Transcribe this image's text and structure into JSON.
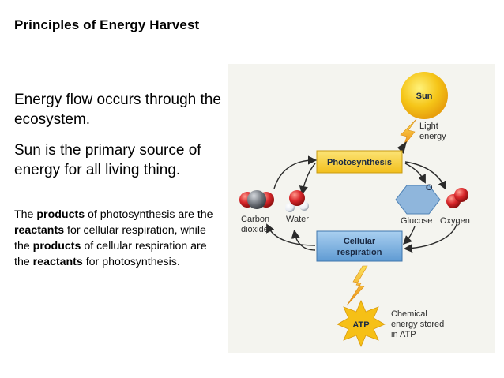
{
  "slide": {
    "title": "Principles of Energy Harvest",
    "paragraph1": "Energy flow occurs through the ecosystem.",
    "paragraph2": "Sun is the primary source of energy for all living thing.",
    "paragraph3": [
      {
        "text": "The ",
        "bold": false
      },
      {
        "text": "products",
        "bold": true
      },
      {
        "text": " of photosynthesis are the ",
        "bold": false
      },
      {
        "text": "reactants",
        "bold": true
      },
      {
        "text": " for cellular respiration, while the ",
        "bold": false
      },
      {
        "text": "products",
        "bold": true
      },
      {
        "text": " of cellular respiration are the ",
        "bold": false
      },
      {
        "text": "reactants",
        "bold": true
      },
      {
        "text": " for photosynthesis.",
        "bold": false
      }
    ]
  },
  "diagram": {
    "sun_label": "Sun",
    "light_energy": [
      "Light",
      "energy"
    ],
    "photosynthesis_label": "Photosynthesis",
    "cellular_respiration_label": [
      "Cellular",
      "respiration"
    ],
    "carbon_dioxide": [
      "Carbon",
      "dioxide"
    ],
    "water": "Water",
    "glucose": "Glucose",
    "oxygen": "Oxygen",
    "o_label": "O",
    "atp_label": "ATP",
    "chemical_energy": [
      "Chemical",
      "energy stored",
      "in ATP"
    ],
    "colors": {
      "panel": "#f4f4ef",
      "sun": "#f5c518",
      "photosynthesis_box": "#f9d23a",
      "respiration_box": "#7fb3e0",
      "glucose": "#8fb6dc",
      "atom_red": "#d8262a",
      "atom_gray": "#7a7f86",
      "atp_burst": "#f6c016",
      "bolt": "#f0a21a"
    }
  }
}
